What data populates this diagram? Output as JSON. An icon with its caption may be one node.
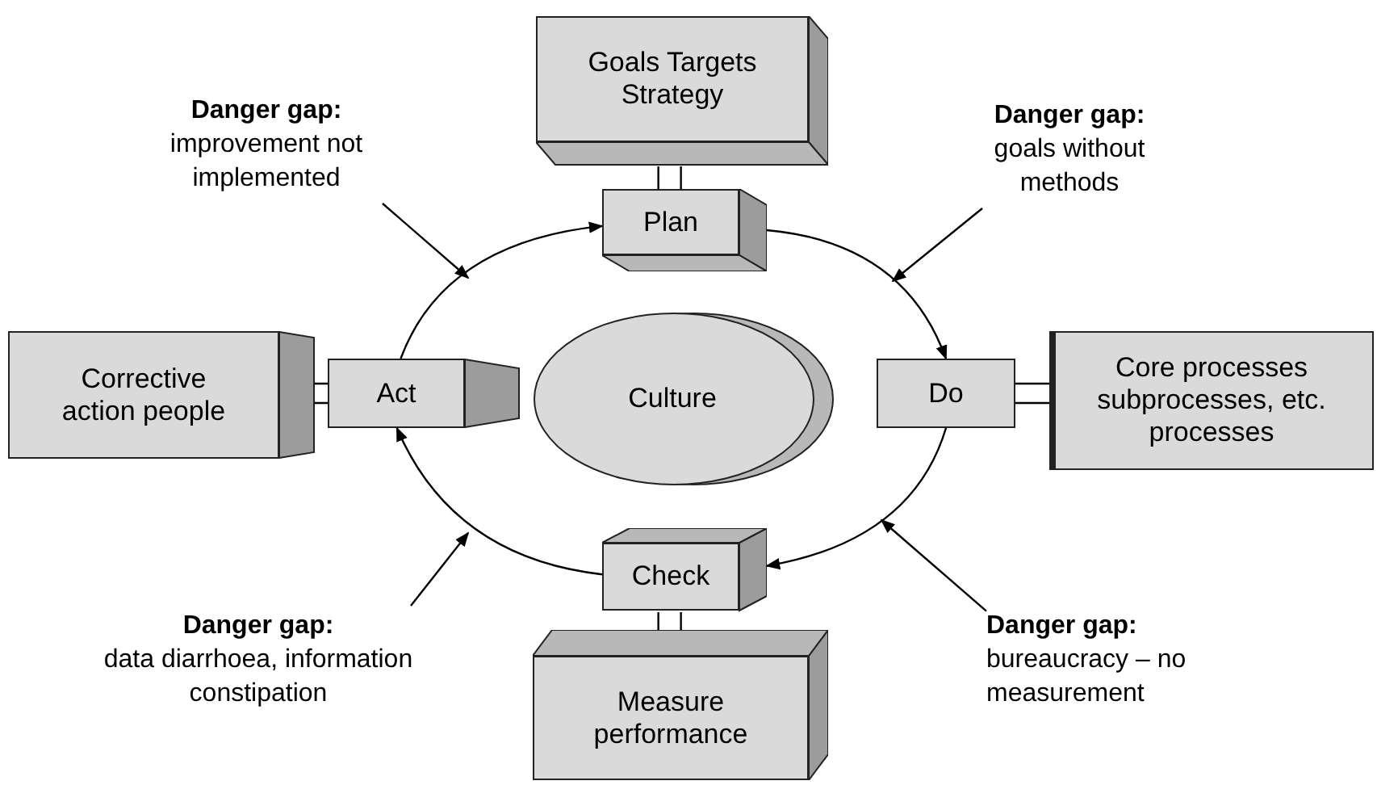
{
  "diagram": {
    "nodes": [
      {
        "text": [
          "Goals Targets Strategy"
        ]
      },
      {
        "text": [
          "Danger gap:",
          "improvement not implemented"
        ]
      },
      {
        "text": [
          "Danger gap:",
          "goals without methods"
        ]
      },
      {
        "text": [
          "Plan"
        ]
      },
      {
        "text": [
          "Corrective action people"
        ]
      },
      {
        "text": [
          "Act"
        ]
      },
      {
        "text": [
          "Culture"
        ]
      },
      {
        "text": [
          "Do"
        ]
      },
      {
        "text": [
          "Core processes subprocesses, etc. processes"
        ]
      },
      {
        "text": [
          "Check"
        ]
      },
      {
        "text": [
          "Danger gap:",
          "data diarrhoea, information constipation"
        ]
      },
      {
        "text": [
          "Danger gap:",
          "bureaucracy – no measurement"
        ]
      },
      {
        "text": [
          "Measure performance"
        ]
      }
    ],
    "edges": [
      {
        "from": 3,
        "to": 7,
        "arrow": "to"
      },
      {
        "from": 7,
        "to": 9,
        "arrow": "to"
      },
      {
        "from": 9,
        "to": 5,
        "arrow": "to"
      },
      {
        "from": 5,
        "to": 3,
        "arrow": "to"
      },
      {
        "from": 0,
        "to": 3,
        "arrow": "none"
      },
      {
        "from": 8,
        "to": 7,
        "arrow": "none"
      },
      {
        "from": 4,
        "to": 5,
        "arrow": "none"
      },
      {
        "from": 12,
        "to": 9,
        "arrow": "none"
      },
      {
        "from": 1,
        "to": null,
        "arrow": "to"
      },
      {
        "from": 2,
        "to": null,
        "arrow": "to"
      },
      {
        "from": 10,
        "to": null,
        "arrow": "to"
      },
      {
        "from": 11,
        "to": null,
        "arrow": "to"
      }
    ]
  }
}
